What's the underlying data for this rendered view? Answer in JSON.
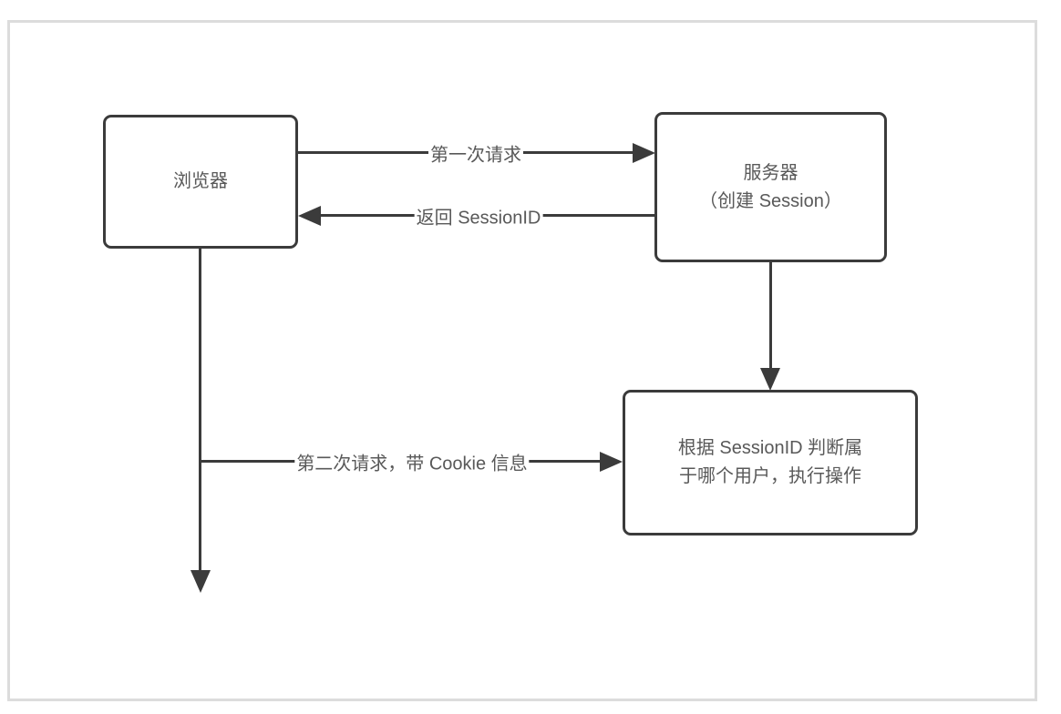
{
  "diagram": {
    "title_hint": "session-cookie-flow",
    "colors": {
      "stroke": "#3b3b3b",
      "text": "#595959",
      "frame_border": "#dcdcdc",
      "background": "#ffffff"
    },
    "nodes": {
      "browser": {
        "label": "浏览器"
      },
      "server": {
        "line1": "服务器",
        "line2": "（创建 Session）"
      },
      "process": {
        "line1": "根据 SessionID 判断属",
        "line2": "于哪个用户，执行操作"
      }
    },
    "edges": {
      "first_request": {
        "label": "第一次请求",
        "from": "browser",
        "to": "server",
        "direction": "right"
      },
      "return_sessionid": {
        "label": "返回 SessionID",
        "from": "server",
        "to": "browser",
        "direction": "left"
      },
      "server_to_process": {
        "label": "",
        "from": "server",
        "to": "process",
        "direction": "down"
      },
      "second_request": {
        "label": "第二次请求，带 Cookie 信息",
        "from": "browser",
        "to": "process",
        "direction": "right"
      },
      "browser_timeline": {
        "label": "",
        "from": "browser",
        "to": "",
        "direction": "down"
      }
    }
  }
}
